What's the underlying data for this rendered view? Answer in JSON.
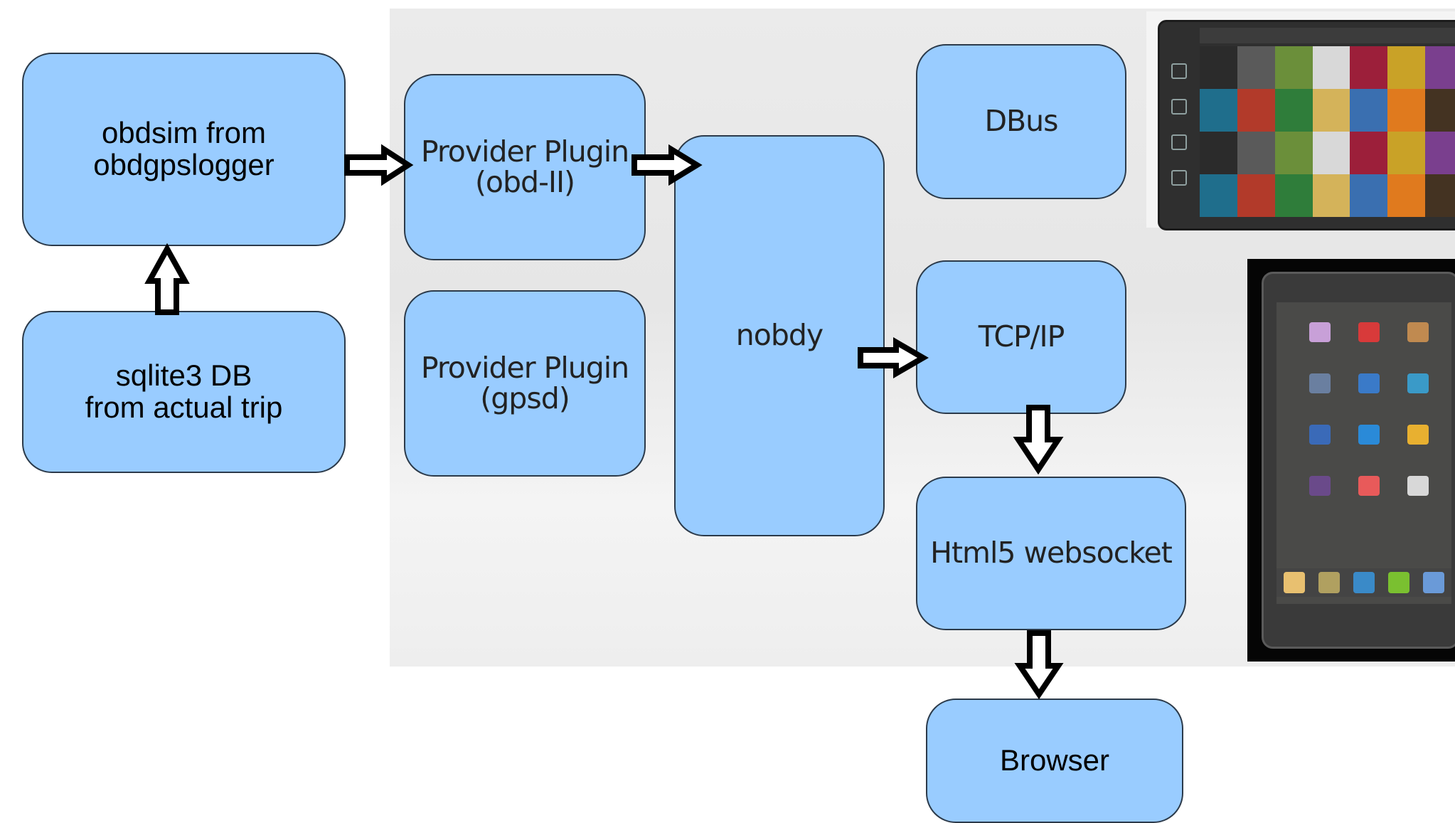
{
  "diagram": {
    "nodes": {
      "obdsim": "obdsim from\nobdgpslogger",
      "sqlite": "sqlite3 DB\nfrom actual trip",
      "provider_obd": "Provider Plugin\n(obd-II)",
      "provider_gpsd": "Provider Plugin\n(gpsd)",
      "nobdy": "nobdy",
      "dbus": "DBus",
      "tcpip": "TCP/IP",
      "websocket": "Html5 websocket",
      "browser": "Browser"
    },
    "edges": [
      {
        "from": "sqlite",
        "to": "obdsim"
      },
      {
        "from": "obdsim",
        "to": "provider_obd"
      },
      {
        "from": "provider_obd",
        "to": "nobdy"
      },
      {
        "from": "nobdy",
        "to": "tcpip"
      },
      {
        "from": "tcpip",
        "to": "websocket"
      },
      {
        "from": "websocket",
        "to": "browser"
      }
    ]
  },
  "colors": {
    "box_fill": "#99ccff",
    "box_border": "#2b3a4a",
    "arrow": "#000000"
  },
  "images": {
    "tablet": "tablet-screenshot-photo-gallery",
    "phone": "phone-screenshot-app-launcher"
  }
}
